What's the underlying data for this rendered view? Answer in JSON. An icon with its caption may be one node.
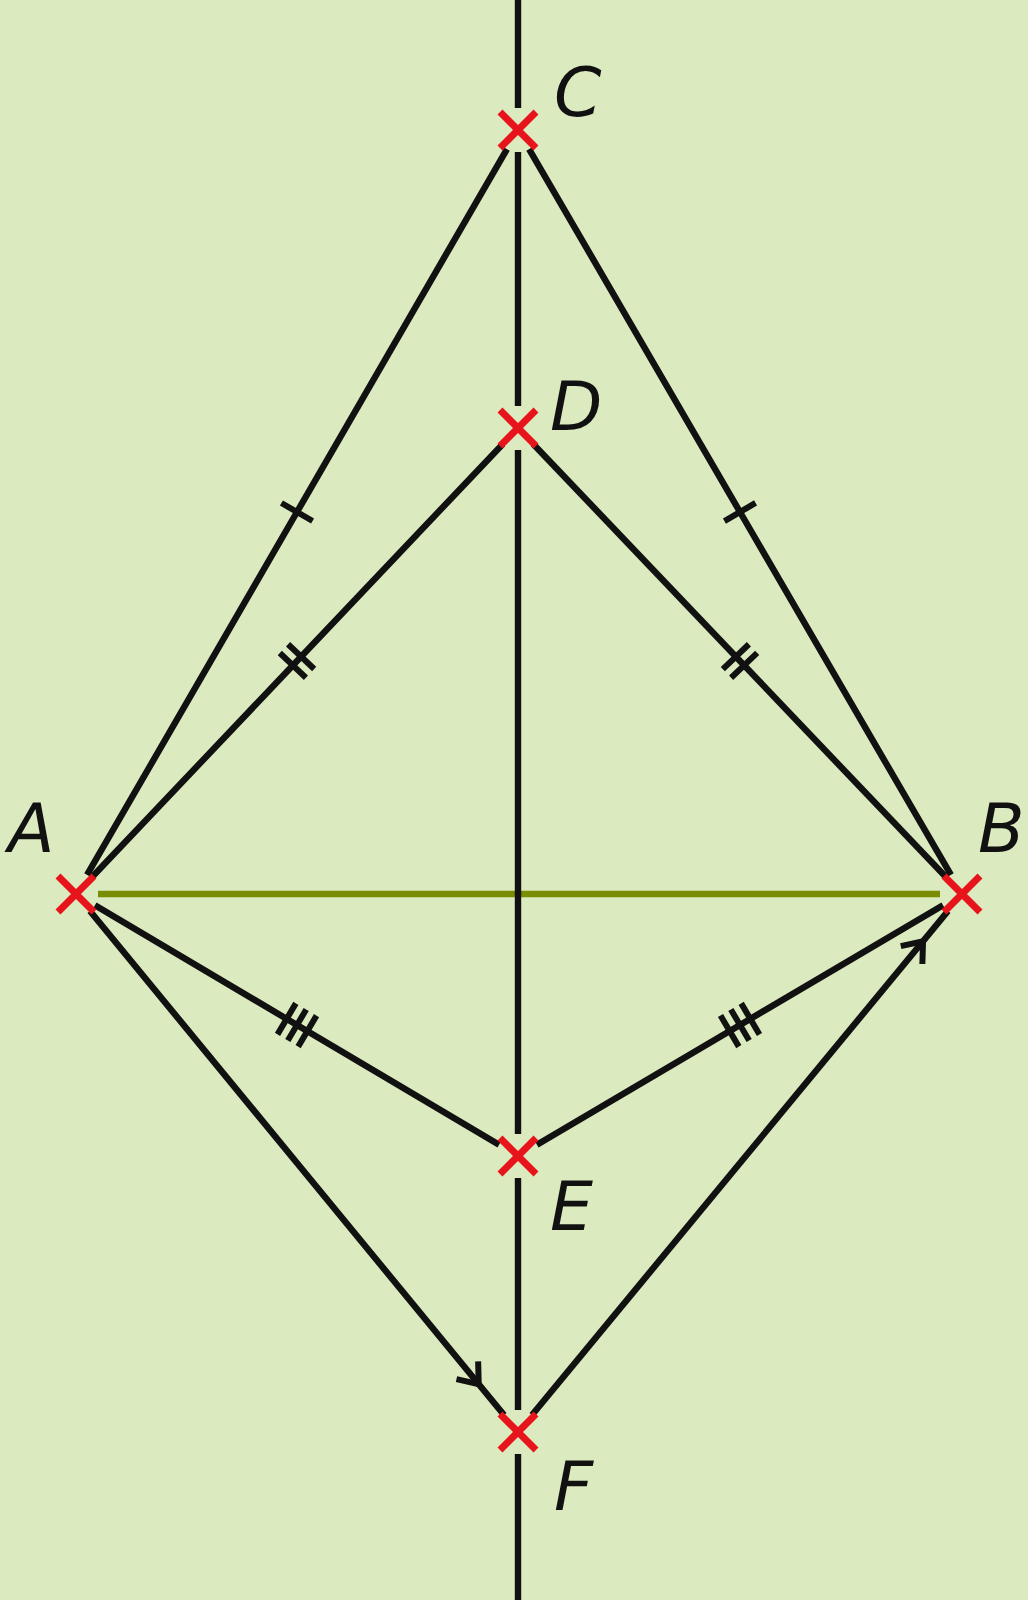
{
  "diagram": {
    "nodes": [
      {
        "text": [
          "C"
        ]
      },
      {
        "text": [
          "D"
        ]
      },
      {
        "text": [
          "A"
        ]
      },
      {
        "text": [
          "B"
        ]
      },
      {
        "text": [
          "E"
        ]
      },
      {
        "text": [
          "F"
        ]
      }
    ],
    "edges": [
      {
        "from": 2,
        "to": 0,
        "arrow": "none"
      },
      {
        "from": 0,
        "to": 3,
        "arrow": "none"
      },
      {
        "from": 2,
        "to": 1,
        "arrow": "none"
      },
      {
        "from": 1,
        "to": 3,
        "arrow": "none"
      },
      {
        "from": 2,
        "to": 3,
        "arrow": "none",
        "color": "#7a8c00"
      },
      {
        "from": 2,
        "to": 4,
        "arrow": "none"
      },
      {
        "from": 4,
        "to": 3,
        "arrow": "none"
      },
      {
        "from": 2,
        "to": 5,
        "arrow": "to"
      },
      {
        "from": 5,
        "to": 3,
        "arrow": "to"
      },
      {
        "from": null,
        "to": 0,
        "arrow": "none"
      },
      {
        "from": 0,
        "to": 1,
        "arrow": "none"
      },
      {
        "from": 1,
        "to": 4,
        "arrow": "none"
      },
      {
        "from": 4,
        "to": 5,
        "arrow": "none"
      },
      {
        "from": 5,
        "to": null,
        "arrow": "none"
      }
    ]
  }
}
